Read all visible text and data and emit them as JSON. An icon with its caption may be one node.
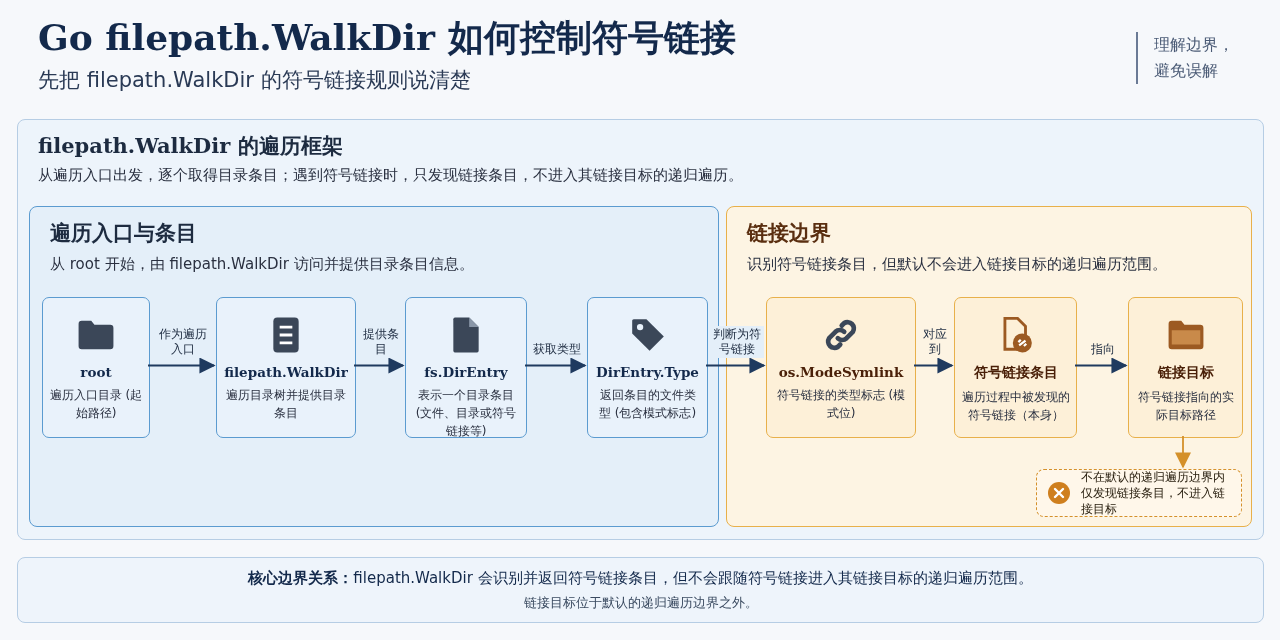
{
  "diagram": {
    "title": "Go filepath.WalkDir 如何控制符号链接",
    "nodes": [
      {
        "text": [
          "filepath.WalkDir 的遍历框架",
          "从遍历入口出发，逐个取得目录条目；遇到符号链接时，只发现链接条目，不进入其链接目标的递归遍历。"
        ]
      },
      {
        "text": [
          "遍历入口与条目",
          "从 root 开始，由 filepath.WalkDir 访问并提供目录条目信息。"
        ],
        "in": 0
      },
      {
        "text": [
          "root",
          "遍历入口目录 (起始路径)"
        ],
        "in": 1
      },
      {
        "text": [
          "filepath.WalkDir",
          "遍历目录树并提供目录条目"
        ],
        "in": 1
      },
      {
        "text": [
          "fs.DirEntry",
          "表示一个目录条目 (文件、目录或符号链接等)"
        ],
        "in": 1
      },
      {
        "text": [
          "DirEntry.Type",
          "返回条目的文件类型 (包含模式标志)"
        ],
        "in": 1
      },
      {
        "text": [
          "链接边界",
          "识别符号链接条目，但默认不会进入链接目标的递归遍历范围。"
        ],
        "in": 0
      },
      {
        "text": [
          "os.ModeSymlink",
          "符号链接的类型标志 (模式位)"
        ],
        "in": 6
      },
      {
        "text": [
          "符号链接条目",
          "遍历过程中被发现的符号链接（本身）"
        ],
        "in": 6
      },
      {
        "text": [
          "链接目标",
          "符号链接指向的实际目标路径"
        ],
        "in": 6
      },
      {
        "text": [
          "不在默认的递归遍历边界内",
          "仅发现链接条目，不进入链接目标"
        ],
        "in": 6
      },
      {
        "text": [
          "**核心边界关系：**filepath.WalkDir 会识别并返回符号链接条目，但不会跟随符号链接进入其链接目标的递归遍历范围。",
          "链接目标位于默认的递归遍历边界之外。"
        ]
      }
    ],
    "edges": [
      {
        "from": 2,
        "to": 3,
        "arrow": "to",
        "label": "作为遍历入口"
      },
      {
        "from": 3,
        "to": 4,
        "arrow": "to",
        "label": "提供条目"
      },
      {
        "from": 4,
        "to": 5,
        "arrow": "to",
        "label": "获取类型"
      },
      {
        "from": 5,
        "to": 7,
        "arrow": "to",
        "label": "判断为符号链接"
      },
      {
        "from": 7,
        "to": 8,
        "arrow": "to",
        "label": "对应到"
      },
      {
        "from": 8,
        "to": 9,
        "arrow": "to",
        "label": "指向"
      },
      {
        "from": 9,
        "to": 10,
        "arrow": "to",
        "color": "#d4902a"
      }
    ],
    "labels": [
      "先把 filepath.WalkDir 的符号链接规则说清楚",
      "理解边界，避免误解"
    ]
  }
}
